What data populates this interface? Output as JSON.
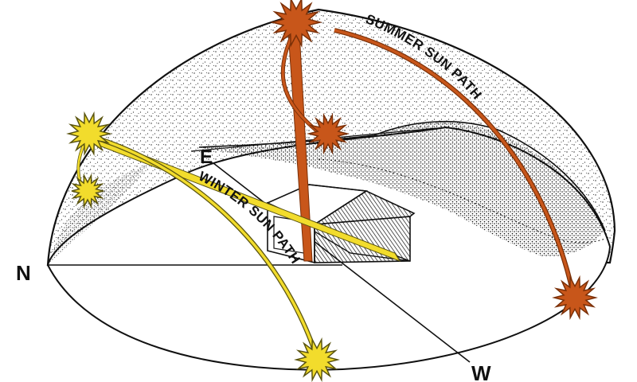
{
  "labels": {
    "north": "N",
    "east": "E",
    "west": "W",
    "summer_path": "SUMMER SUN PATH",
    "winter_path": "WINTER SUN PATH"
  },
  "colors": {
    "summer": "#c8561a",
    "summer_dark": "#7a3008",
    "winter": "#f2dc2c",
    "winter_dark": "#5a5410",
    "outline": "#111111"
  }
}
